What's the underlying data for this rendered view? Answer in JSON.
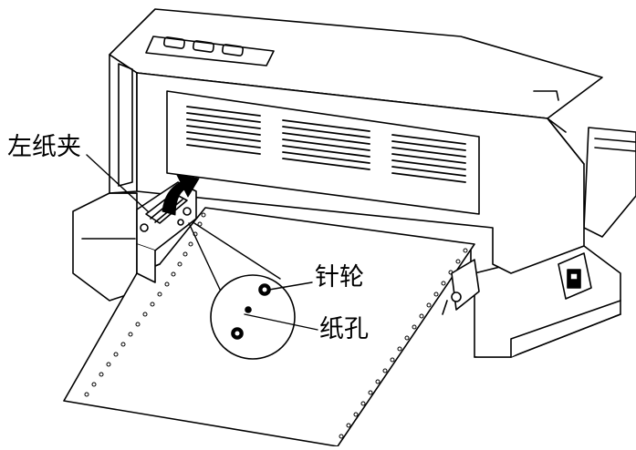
{
  "labels": {
    "left_paper_clamp": "左纸夹",
    "pin_wheel": "针轮",
    "paper_hole": "纸孔"
  },
  "colors": {
    "line": "#000000",
    "paper": "#ffffff",
    "body": "#ffffff"
  }
}
